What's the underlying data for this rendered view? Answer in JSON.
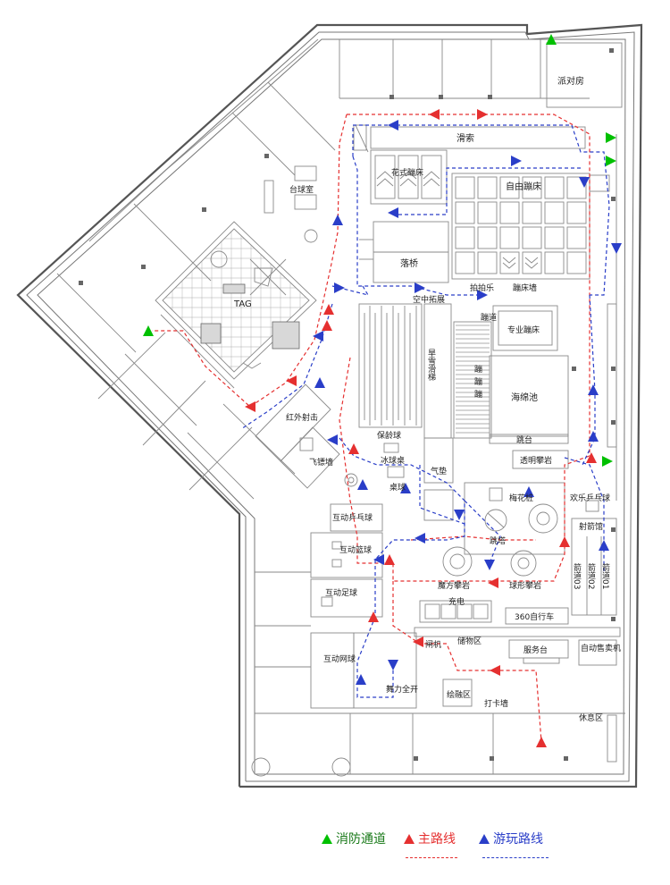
{
  "labels": {
    "party_room": "派对房",
    "zipline": "滑索",
    "flower_trampoline": "花式蹦床",
    "billiards_room": "台球室",
    "free_trampoline": "自由蹦床",
    "tag": "TAG",
    "drop_bridge": "落桥",
    "fun_bridge": "拍拍乐",
    "trampoline_wall": "蹦床墙",
    "sky_adventure": "空中拓展",
    "trampoline_lane": "蹦道",
    "dry_snow_slide": "旱雪滑梯",
    "slope_left": "蹦",
    "slope_mid": "蹦",
    "slope_right": "蹦",
    "pro_trampoline": "专业蹦床",
    "sponge_pool": "海绵池",
    "infrared_shooting": "红外射击",
    "bowling": "保龄球",
    "air_hockey": "冰球桌",
    "table_ball": "桌球",
    "darts": "飞镖墙",
    "air_cushion": "气垫",
    "jump_platform": "跳台",
    "clear_climbing": "透明攀岩",
    "interactive_pingpong": "互动乒乓球",
    "meteor": "梅花桩",
    "happy_pingpong": "欢乐乒乓球",
    "jump_tower": "跳塔",
    "archery_hall": "射箭馆",
    "interactive_basketball": "互动篮球",
    "magic_climbing": "魔方攀岩",
    "ball_climbing": "球形攀岩",
    "lane_03": "箭道03",
    "lane_02": "箭道02",
    "lane_01": "箭道01",
    "interactive_football": "互动足球",
    "charging": "充电",
    "bike_360": "360自行车",
    "gate": "闸机",
    "storage": "储物区",
    "service_desk": "服务台",
    "vending": "自动售卖机",
    "interactive_tennis": "互动网球",
    "dance_power": "舞力全开",
    "reading": "绘融区",
    "checkin_wall": "打卡墙",
    "rest_area": "休息区"
  },
  "legend": {
    "fire": "消防通道",
    "main": "主路线",
    "play": "游玩路线"
  },
  "colors": {
    "fire": "#00c000",
    "main": "#e53030",
    "play": "#2a3ec8"
  }
}
